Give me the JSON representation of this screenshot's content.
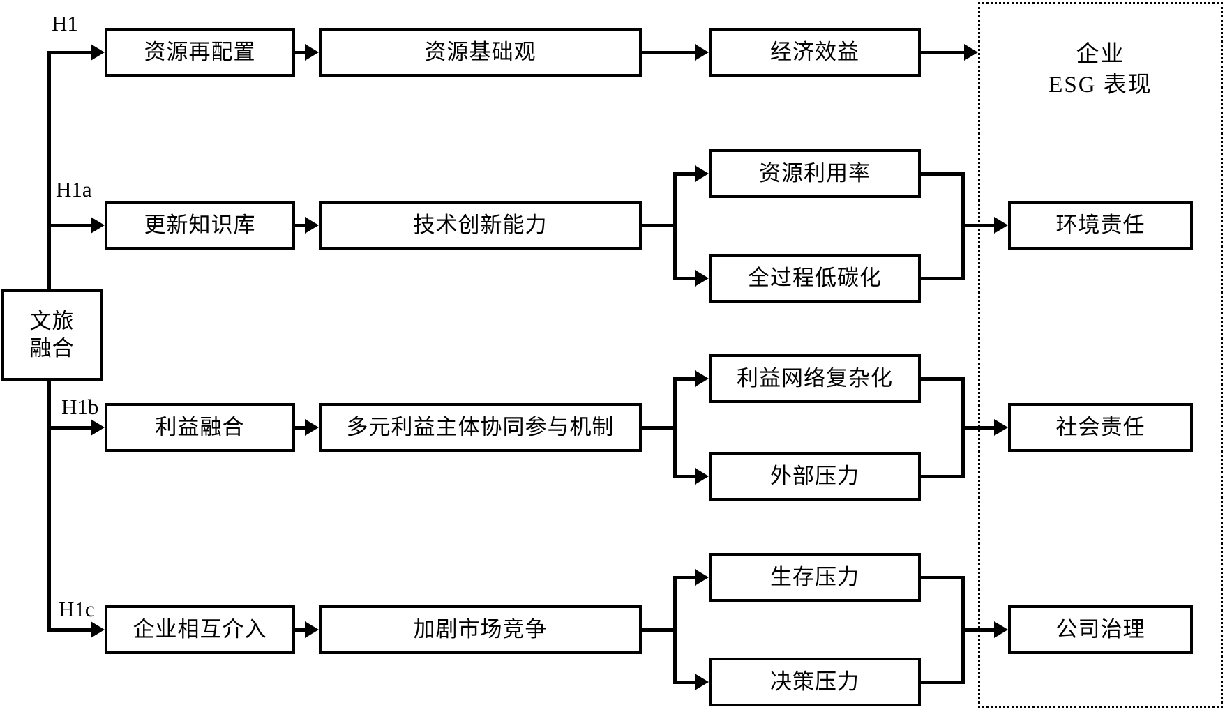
{
  "diagram": {
    "independent_variable": "文旅\n融合",
    "independent_variable_line1": "文旅",
    "independent_variable_line2": "融合",
    "esg_frame_title": {
      "line1": "企业",
      "line2": "ESG 表现"
    },
    "paths": [
      {
        "hypothesis_label": "H1",
        "antecedent": "资源再配置",
        "mediator": "资源基础观",
        "outcome": "经济效益",
        "sub_outcomes": [],
        "esg_dimension": ""
      },
      {
        "hypothesis_label": "H1a",
        "antecedent": "更新知识库",
        "mediator": "技术创新能力",
        "outcome": "",
        "sub_outcomes": [
          "资源利用率",
          "全过程低碳化"
        ],
        "esg_dimension": "环境责任"
      },
      {
        "hypothesis_label": "H1b",
        "antecedent": "利益融合",
        "mediator": "多元利益主体协同参与机制",
        "outcome": "",
        "sub_outcomes": [
          "利益网络复杂化",
          "外部压力"
        ],
        "esg_dimension": "社会责任"
      },
      {
        "hypothesis_label": "H1c",
        "antecedent": "企业相互介入",
        "mediator": "加剧市场竞争",
        "outcome": "",
        "sub_outcomes": [
          "生存压力",
          "决策压力"
        ],
        "esg_dimension": "公司治理"
      }
    ],
    "colors": {
      "line": "#000000",
      "background": "#ffffff",
      "box_background": "#ffffff"
    }
  }
}
